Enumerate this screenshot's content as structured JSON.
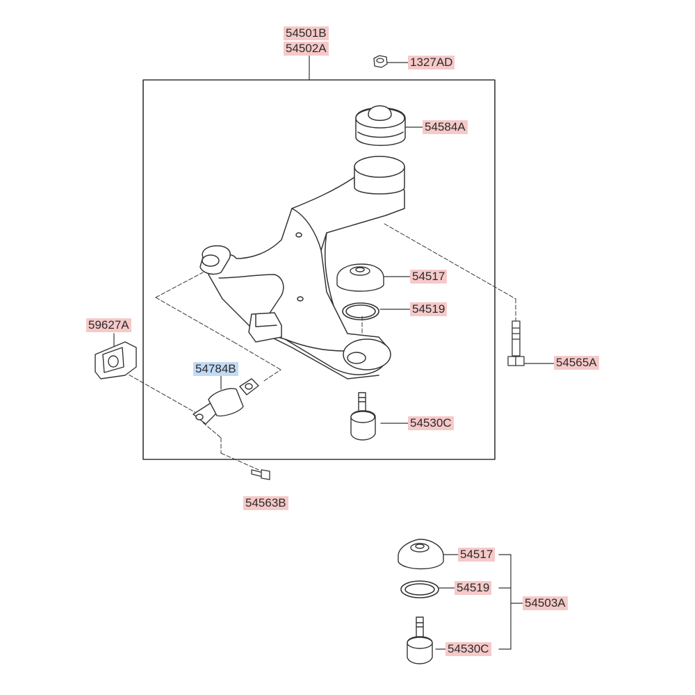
{
  "diagram": {
    "labels": {
      "arm_b": "54501B",
      "arm_a": "54502A",
      "nut": "1327AD",
      "bushing_upper": "54584A",
      "dust_cover": "54517",
      "snap_ring": "54519",
      "bracket": "59627A",
      "bushing_rear": "54784B",
      "bolt": "54565A",
      "ball_joint": "54530C",
      "bolt_small": "54563B",
      "kit_dust_cover": "54517",
      "kit_snap_ring": "54519",
      "kit_ball_joint": "54530C",
      "kit_assembly": "54503A"
    },
    "selected_label": "bushing_rear",
    "colors": {
      "label_bg": "#f6c9c9",
      "selected_label_bg": "#c3daf4",
      "line": "#333333"
    }
  }
}
